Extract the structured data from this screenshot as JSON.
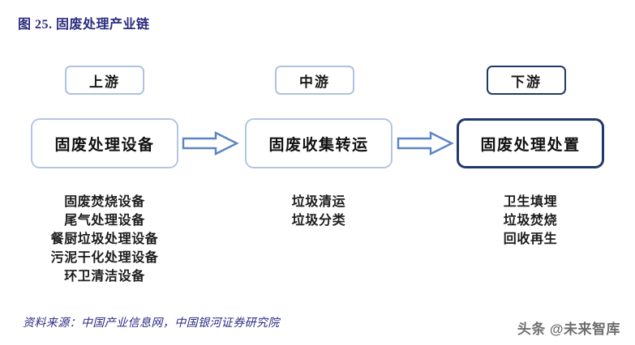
{
  "figure": {
    "title": "图 25. 固废处理产业链",
    "title_color": "#2b2b7e"
  },
  "colors": {
    "light_border": "#b3c6e1",
    "dark_border": "#21396a",
    "arrow_stroke": "#5b86c4",
    "arrow_fill": "#ffffff",
    "text": "#1c1c1c",
    "source_text": "#2b2b86",
    "watermark": "#6f6f6f"
  },
  "tiers": [
    {
      "label": "上游",
      "style": "light"
    },
    {
      "label": "中游",
      "style": "light"
    },
    {
      "label": "下游",
      "style": "dark"
    }
  ],
  "stages": [
    {
      "label": "固废处理设备",
      "style": "light"
    },
    {
      "label": "固废收集转运",
      "style": "light"
    },
    {
      "label": "固废处理处置",
      "style": "dark"
    }
  ],
  "arrows": [
    {
      "from": "固废处理设备",
      "to": "固废收集转运",
      "direction": "right"
    },
    {
      "from": "固废收集转运",
      "to": "固废处理处置",
      "direction": "right"
    }
  ],
  "details": {
    "upstream": [
      "固废焚烧设备",
      "尾气处理设备",
      "餐厨垃圾处理设备",
      "污泥干化处理设备",
      "环卫清洁设备"
    ],
    "midstream": [
      "垃圾清运",
      "垃圾分类"
    ],
    "downstream": [
      "卫生填埋",
      "垃圾焚烧",
      "回收再生"
    ]
  },
  "source": {
    "text": "资料来源：中国产业信息网，中国银河证券研究院"
  },
  "watermark": {
    "brand": "头条",
    "handle": "@未来智库"
  }
}
